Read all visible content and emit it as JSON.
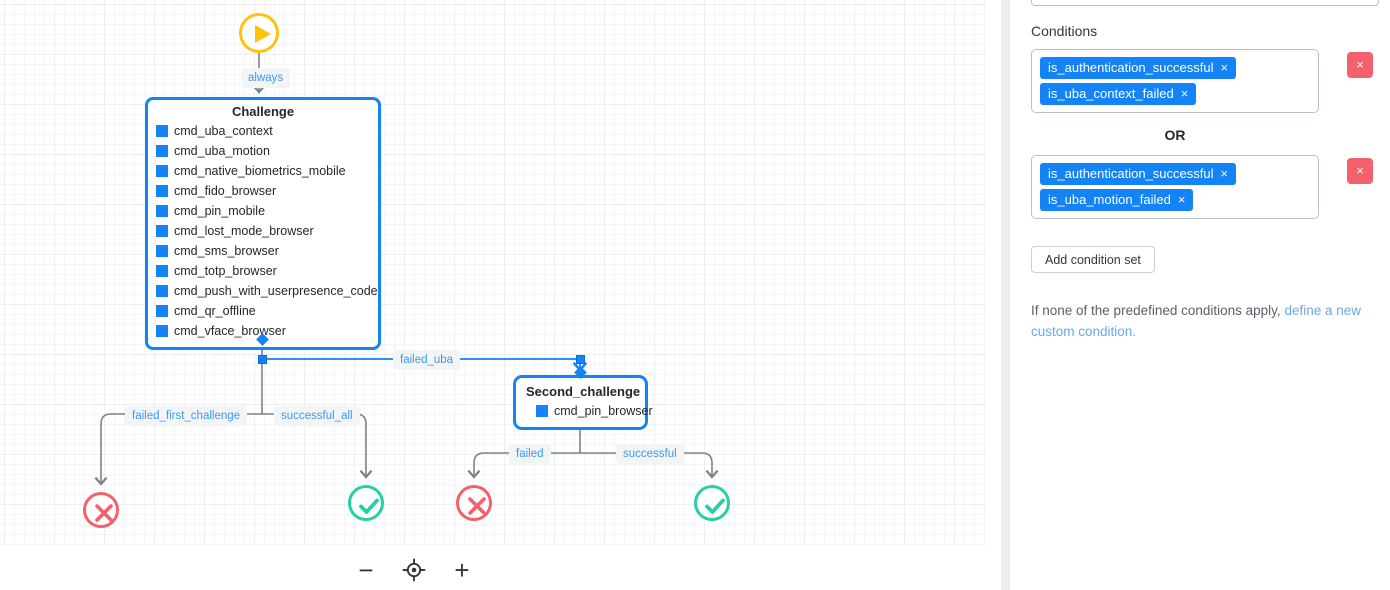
{
  "canvas": {
    "start_node": {
      "name": "start-node",
      "icon": "play-icon",
      "color": "#ffc20e"
    },
    "nodes": [
      {
        "id": "challenge",
        "title": "Challenge",
        "items": [
          "cmd_uba_context",
          "cmd_uba_motion",
          "cmd_native_biometrics_mobile",
          "cmd_fido_browser",
          "cmd_pin_mobile",
          "cmd_lost_mode_browser",
          "cmd_sms_browser",
          "cmd_totp_browser",
          "cmd_push_with_userpresence_code",
          "cmd_qr_offline",
          "cmd_vface_browser"
        ]
      },
      {
        "id": "second_challenge",
        "title": "Second_challenge",
        "items": [
          "cmd_pin_browser"
        ]
      }
    ],
    "edge_labels": {
      "always": "always",
      "failed_uba": "failed_uba",
      "failed_first_challenge": "failed_first_challenge",
      "successful_all": "successful_all",
      "failed": "failed",
      "successful": "successful"
    },
    "terminals": [
      {
        "id": "fail-left",
        "kind": "fail",
        "icon": "circle-x-icon",
        "color": "#f4606c"
      },
      {
        "id": "ok-left",
        "kind": "ok",
        "icon": "circle-check-icon",
        "color": "#26cfa6"
      },
      {
        "id": "fail-right",
        "kind": "fail",
        "icon": "circle-x-icon",
        "color": "#f4606c"
      },
      {
        "id": "ok-right",
        "kind": "ok",
        "icon": "circle-check-icon",
        "color": "#26cfa6"
      }
    ],
    "zoom_controls": {
      "zoom_out": "−",
      "recenter": "recenter-icon",
      "zoom_in": "+"
    },
    "accent": "#1383f5",
    "label_color": "#3b9bf0"
  },
  "panel": {
    "conditions_label": "Conditions",
    "or_label": "OR",
    "add_condition_set_label": "Add condition set",
    "remove_label": "×",
    "condition_sets": [
      {
        "chips": [
          "is_authentication_successful",
          "is_uba_context_failed"
        ]
      },
      {
        "chips": [
          "is_authentication_successful",
          "is_uba_motion_failed"
        ]
      }
    ],
    "hint": {
      "prefix": "If none of the predefined conditions apply, ",
      "link": "define a new custom condition."
    },
    "top_input_value": ""
  }
}
